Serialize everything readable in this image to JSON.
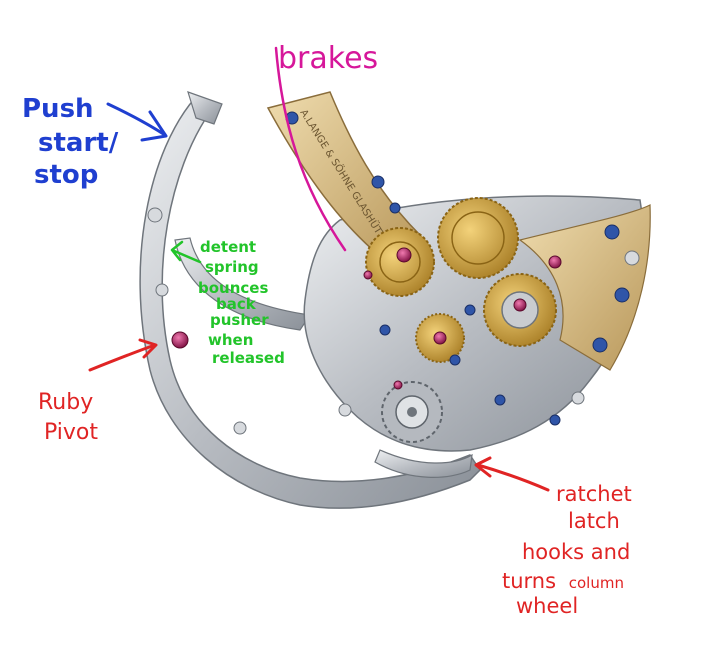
{
  "annotations": {
    "brakes": {
      "text": "brakes",
      "color": "#d6179a"
    },
    "push": {
      "lines": [
        "Push",
        "start/",
        "stop"
      ],
      "color": "#1f3fd0"
    },
    "detent": {
      "lines": [
        "detent",
        "spring",
        "bounces",
        "back",
        "pusher",
        "when",
        "released"
      ],
      "color": "#22c42a"
    },
    "ruby": {
      "lines": [
        "Ruby",
        "Pivot"
      ],
      "color": "#e02424"
    },
    "ratchet": {
      "lines": [
        "ratchet",
        "latch",
        "hooks and",
        "turns",
        "column",
        "wheel"
      ],
      "color": "#e02424"
    }
  },
  "engraving": "A.LANGE & SÖHNE GLASHÜTTE I/SA",
  "colors": {
    "steel": "#c9ccd0",
    "steel_dark": "#8e949b",
    "brass": "#d9b978",
    "gold": "#c99a35",
    "screw_blue": "#2f55a8",
    "jewel": "#b0155f"
  }
}
